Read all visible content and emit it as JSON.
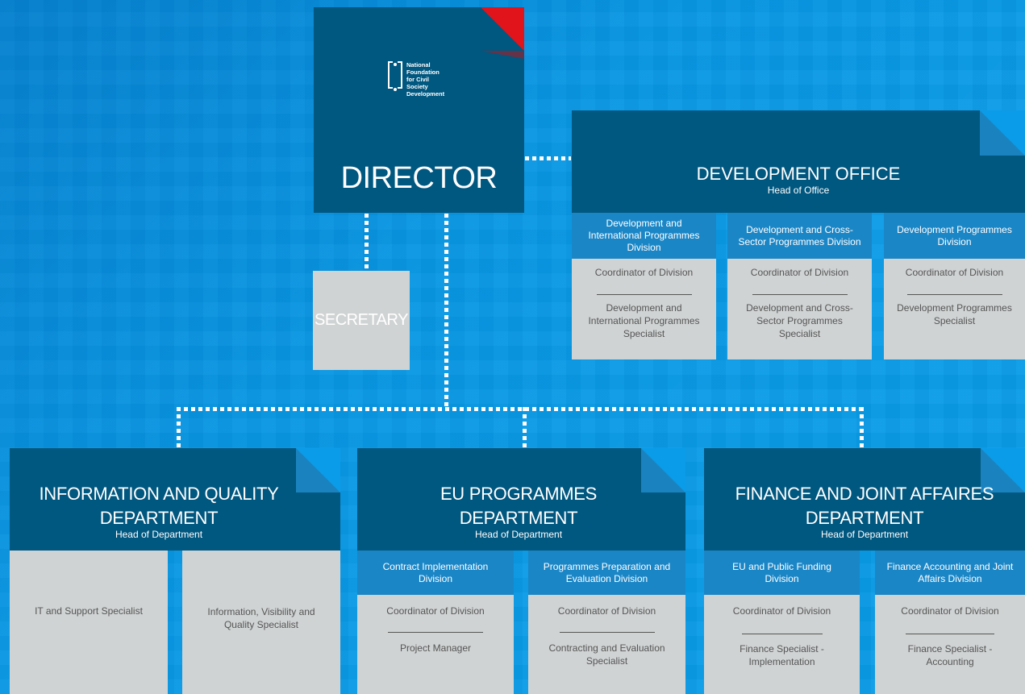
{
  "director": {
    "title": "DIRECTOR",
    "logo_text": [
      "National",
      "Foundation",
      "for Civil",
      "Society",
      "Development"
    ]
  },
  "secretary": {
    "title": "SECRETARY"
  },
  "development_office": {
    "title": "DEVELOPMENT OFFICE",
    "subtitle": "Head of Office",
    "divisions": [
      {
        "name": "Development and International Programmes Division",
        "coordinator": "Coordinator of Division",
        "specialist": "Development and International Programmes Specialist"
      },
      {
        "name": "Development and Cross-Sector Programmes Division",
        "coordinator": "Coordinator of Division",
        "specialist": "Development and Cross-Sector Programmes Specialist"
      },
      {
        "name": "Development Programmes Division",
        "coordinator": "Coordinator of Division",
        "specialist": "Development Programmes Specialist"
      }
    ]
  },
  "info_dept": {
    "title_line1": "INFORMATION AND QUALITY",
    "title_line2": "DEPARTMENT",
    "subtitle": "Head of Department",
    "roles": [
      "IT and Support Specialist",
      "Information, Visibility and Quality Specialist"
    ]
  },
  "eu_dept": {
    "title_line1": "EU PROGRAMMES",
    "title_line2": "DEPARTMENT",
    "subtitle": "Head of Department",
    "divisions": [
      {
        "name": "Contract Implementation Division",
        "coordinator": "Coordinator of Division",
        "specialist": "Project Manager"
      },
      {
        "name": "Programmes Preparation and Evaluation Division",
        "coordinator": "Coordinator of Division",
        "specialist": "Contracting and Evaluation Specialist"
      }
    ]
  },
  "finance_dept": {
    "title_line1": "FINANCE AND JOINT AFFAIRES",
    "title_line2": "DEPARTMENT",
    "subtitle": "Head of Department",
    "divisions": [
      {
        "name": "EU and Public Funding Division",
        "coordinator": "Coordinator of Division",
        "specialist": "Finance Specialist - Implementation"
      },
      {
        "name": "Finance Accounting and Joint Affairs Division",
        "coordinator": "Coordinator of Division",
        "specialist": "Finance Specialist - Accounting"
      }
    ]
  },
  "colors": {
    "dark": "#00577f",
    "mid": "#1b86c6",
    "grey": "#d0d3d4",
    "accent_red": "#e2141b",
    "background": "#0a9ce8"
  }
}
